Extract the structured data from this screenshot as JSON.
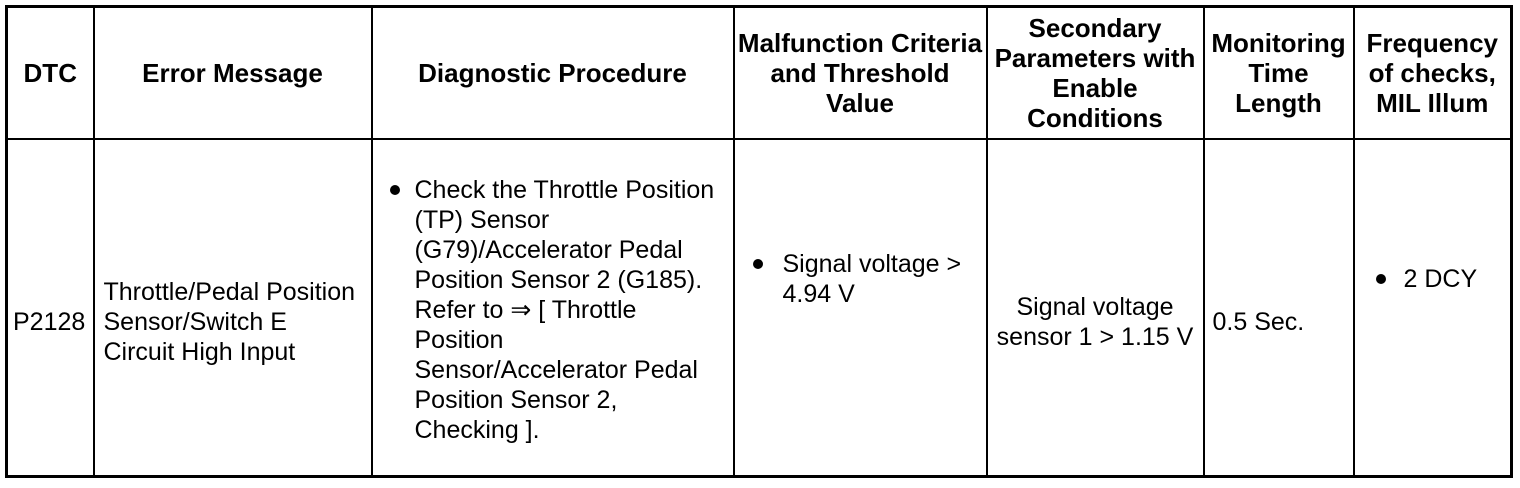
{
  "colors": {
    "background": "#ffffff",
    "border": "#000000",
    "text": "#000000"
  },
  "table": {
    "headers": [
      {
        "id": "dtc",
        "label": "DTC"
      },
      {
        "id": "error_message",
        "label": "Error Message"
      },
      {
        "id": "diagnostic_procedure",
        "label": "Diagnostic Procedure"
      },
      {
        "id": "malfunction_criteria",
        "label": "Malfunction Criteria\nand Threshold\nValue"
      },
      {
        "id": "secondary_parameters",
        "label": "Secondary\nParameters with\nEnable\nConditions"
      },
      {
        "id": "monitoring_time",
        "label": "Monitoring\nTime\nLength"
      },
      {
        "id": "frequency",
        "label": "Frequency\nof checks,\nMIL Illum"
      }
    ],
    "row": {
      "dtc": "P2128",
      "error_message": "Throttle/Pedal Position\nSensor/Switch E\nCircuit High Input",
      "diagnostic_procedure": "Check the Throttle Position\n(TP) Sensor\n(G79)/Accelerator Pedal\nPosition Sensor 2 (G185).\nRefer to ⇒ [ Throttle\nPosition\nSensor/Accelerator Pedal\nPosition Sensor 2,\nChecking ].",
      "malfunction_criteria": "Signal voltage >\n4.94 V",
      "secondary_parameters": "Signal voltage\nsensor 1 > 1.15 V",
      "monitoring_time": "0.5 Sec.",
      "frequency": "2 DCY"
    }
  }
}
